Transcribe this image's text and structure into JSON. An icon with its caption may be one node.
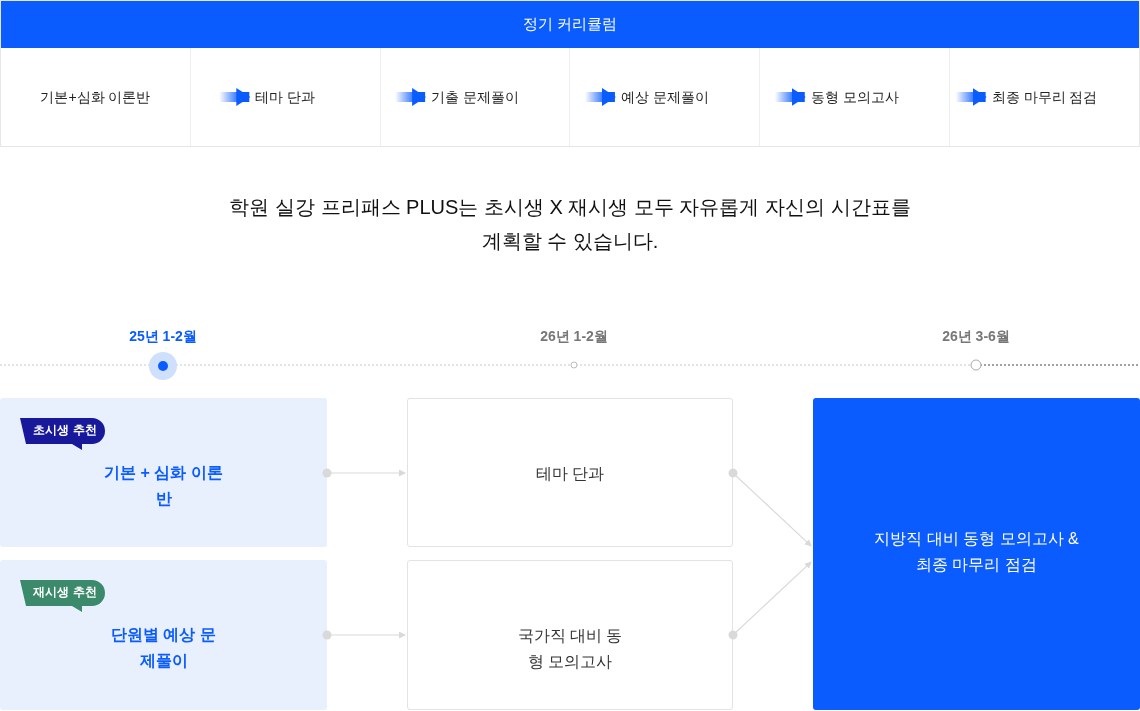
{
  "diagram": {
    "title": "학원 실강 프리패스 PLUS는 초시생 X 재시생 모두 자유롭게 자신의 시간표를 계획할 수 있습니다.",
    "nodes": [
      {
        "text": [
          "정기 커리큘럼"
        ]
      },
      {
        "text": [
          "기본+심화 이론반"
        ],
        "in": 0
      },
      {
        "text": [
          "테마 단과"
        ],
        "in": 0
      },
      {
        "text": [
          "기출 문제풀이"
        ],
        "in": 0
      },
      {
        "text": [
          "예상 문제풀이"
        ],
        "in": 0
      },
      {
        "text": [
          "동형 모의고사"
        ],
        "in": 0
      },
      {
        "text": [
          "최종 마무리 점검"
        ],
        "in": 0
      },
      {
        "text": [
          "기본 + 심화 이론반"
        ]
      },
      {
        "text": [
          "초시생 추천"
        ],
        "in": 7
      },
      {
        "text": [
          "테마 단과"
        ]
      },
      {
        "text": [
          "단원별 예상 문제풀이"
        ]
      },
      {
        "text": [
          "재시생 추천"
        ],
        "in": 10
      },
      {
        "text": [
          "국가직 대비 동형 모의고사"
        ]
      },
      {
        "text": [
          "지방직 대비 동형 모의고사 & 최종 마무리 점검"
        ]
      }
    ],
    "edges": [
      {
        "from": 1,
        "to": 2,
        "arrow": "to",
        "style": "thick",
        "color": "#0b5cff"
      },
      {
        "from": 2,
        "to": 3,
        "arrow": "to",
        "style": "thick",
        "color": "#0b5cff"
      },
      {
        "from": 3,
        "to": 4,
        "arrow": "to",
        "style": "thick",
        "color": "#0b5cff"
      },
      {
        "from": 4,
        "to": 5,
        "arrow": "to",
        "style": "thick",
        "color": "#0b5cff"
      },
      {
        "from": 5,
        "to": 6,
        "arrow": "to",
        "style": "thick",
        "color": "#0b5cff"
      },
      {
        "from": 7,
        "to": 9,
        "arrow": "to"
      },
      {
        "from": 10,
        "to": 12,
        "arrow": "to"
      },
      {
        "from": 9,
        "to": 13,
        "arrow": "to"
      },
      {
        "from": 12,
        "to": 13,
        "arrow": "to"
      }
    ],
    "labels": [
      "25년 1-2월",
      "26년 1-2월",
      "26년 3-6월"
    ]
  }
}
